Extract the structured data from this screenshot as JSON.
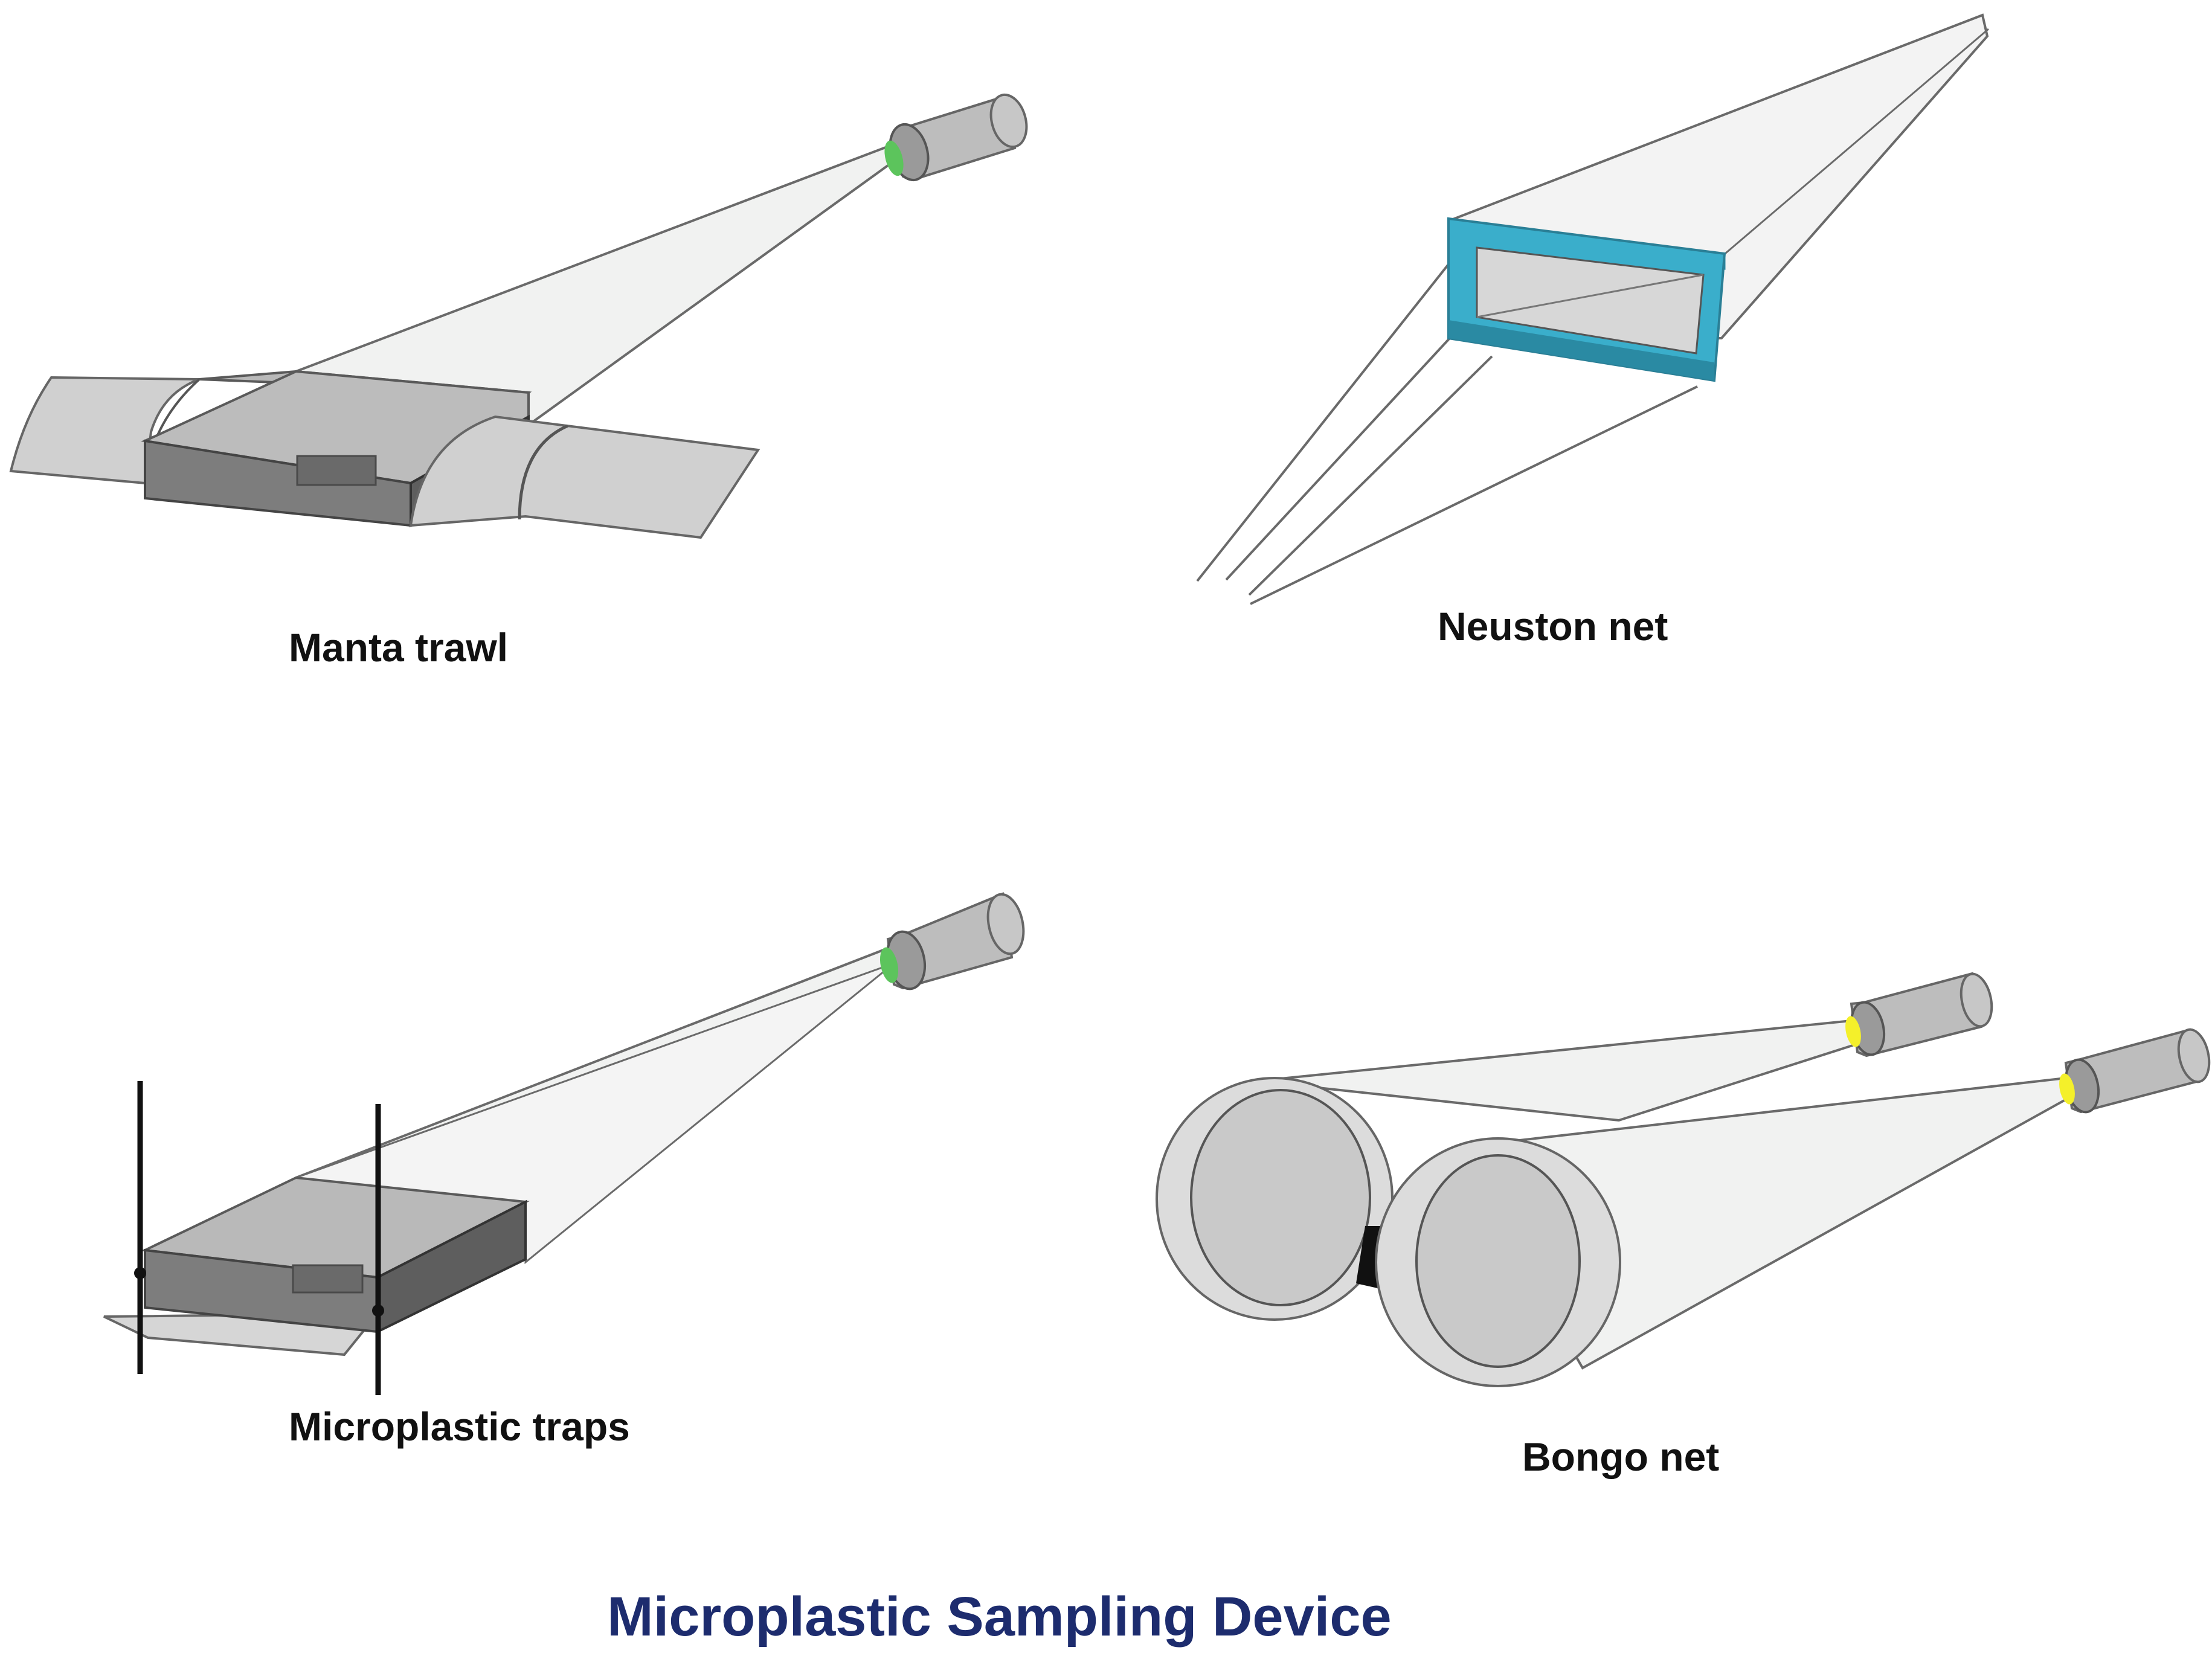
{
  "title": "Microplastic Sampling Device",
  "devices": [
    {
      "label": "Manta trawl"
    },
    {
      "label": "Neuston net"
    },
    {
      "label": "Microplastic traps"
    },
    {
      "label": "Bongo net"
    }
  ],
  "colors": {
    "title": "#1d2c6e",
    "net_fill": "#f1f2f1",
    "net_stroke": "#6a6a6a",
    "frame_top": "#b9b9b9",
    "frame_front": "#7d7d7d",
    "frame_side": "#5e5e5e",
    "wing": "#d0d0d0",
    "cod_end": "#bdbdbd",
    "ring_green": "#5cc45c",
    "ring_yellow": "#f4f02a",
    "neuston_frame": "#3aaecb",
    "neuston_frame_dark": "#2a8aa3",
    "bongo_ring": "#dcdcdc",
    "bongo_mouth": "#c9c9c9"
  }
}
